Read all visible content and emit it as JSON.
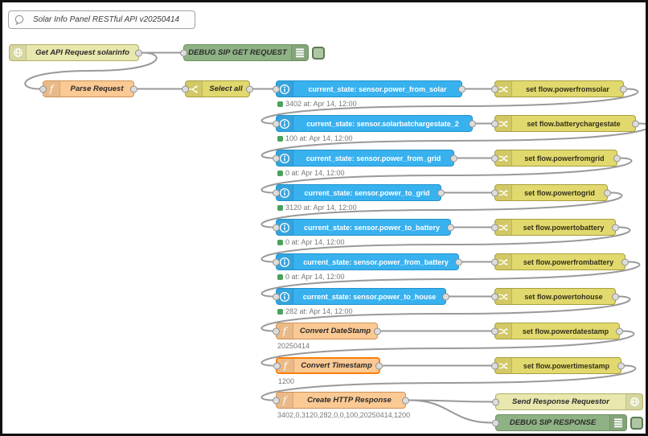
{
  "colors": {
    "ha_blue": "#38b1ef",
    "change_yellow": "#e2d96e",
    "function_orange": "#fbc993",
    "http_pale": "#e7e7ae",
    "debug_green": "#8fb284",
    "selection_orange": "#ff8008",
    "wire_grey": "#999999",
    "status_green": "#4aa15c"
  },
  "icons": {
    "httpin": "globe-icon",
    "httpres": "globe-icon",
    "debug": "debug-console-icon",
    "function": "function-f-icon",
    "switch": "switch-fork-icon",
    "change": "shuffle-icon",
    "ha": "info-icon",
    "comment": "speech-bubble-icon",
    "debug_toggle": "debug-enable-toggle"
  },
  "nodes": {
    "comment": {
      "label": "Solar Info Panel RESTful API v20250414"
    },
    "httpin": {
      "label": "Get API Request solarinfo"
    },
    "debug1": {
      "label": "DEBUG SIP GET REQUEST"
    },
    "parse": {
      "label": "Parse Request"
    },
    "select": {
      "label": "Select all"
    },
    "ha1": {
      "label": "current_state: sensor.power_from_solar",
      "status": "3402 at: Apr 14, 12:00"
    },
    "ha2": {
      "label": "current_state: sensor.solarbatchargestate_2",
      "status": "100 at: Apr 14, 12:00"
    },
    "ha3": {
      "label": "current_state: sensor.power_from_grid",
      "status": "0 at: Apr 14, 12:00"
    },
    "ha4": {
      "label": "current_state: sensor.power_to_grid",
      "status": "3120 at: Apr 14, 12:00"
    },
    "ha5": {
      "label": "current_state: sensor.power_to_battery",
      "status": "0 at: Apr 14, 12:00"
    },
    "ha6": {
      "label": "current_state: sensor.power_from_battery",
      "status": "0 at: Apr 14, 12:00"
    },
    "ha7": {
      "label": "current_state: sensor.power_to_house",
      "status": "282 at: Apr 14, 12:00"
    },
    "ch1": {
      "label": "set flow.powerfromsolar"
    },
    "ch2": {
      "label": "set flow.batterychargestate"
    },
    "ch3": {
      "label": "set flow.powerfromgrid"
    },
    "ch4": {
      "label": "set flow.powertogrid"
    },
    "ch5": {
      "label": "set flow.powertobattery"
    },
    "ch6": {
      "label": "set flow.powerfrombattery"
    },
    "ch7": {
      "label": "set flow.powertohouse"
    },
    "ch8": {
      "label": "set flow.powerdatestamp"
    },
    "ch9": {
      "label": "set flow.powertimestamp"
    },
    "fdate": {
      "label": "Convert DateStamp",
      "status": "20250414"
    },
    "ftime": {
      "label": "Convert Timestamp",
      "status": "1200"
    },
    "fresp": {
      "label": "Create HTTP Response",
      "status": "3402,0,3120,282,0,0,100,20250414,1200"
    },
    "httpres": {
      "label": "Send Response Requestor"
    },
    "debug2": {
      "label": "DEBUG SIP RESPONSE"
    }
  },
  "connections": [
    [
      "httpin",
      "debug1"
    ],
    [
      "httpin",
      "parse"
    ],
    [
      "parse",
      "select"
    ],
    [
      "select",
      "ha1"
    ],
    [
      "ha1",
      "ch1"
    ],
    [
      "ch1",
      "ha2"
    ],
    [
      "ha2",
      "ch2"
    ],
    [
      "ch2",
      "ha3"
    ],
    [
      "ha3",
      "ch3"
    ],
    [
      "ch3",
      "ha4"
    ],
    [
      "ha4",
      "ch4"
    ],
    [
      "ch4",
      "ha5"
    ],
    [
      "ha5",
      "ch5"
    ],
    [
      "ch5",
      "ha6"
    ],
    [
      "ha6",
      "ch6"
    ],
    [
      "ch6",
      "ha7"
    ],
    [
      "ha7",
      "ch7"
    ],
    [
      "ch7",
      "fdate"
    ],
    [
      "fdate",
      "ch8"
    ],
    [
      "ch8",
      "ftime"
    ],
    [
      "ftime",
      "ch9"
    ],
    [
      "ch9",
      "fresp"
    ],
    [
      "fresp",
      "httpres"
    ],
    [
      "fresp",
      "debug2"
    ]
  ]
}
